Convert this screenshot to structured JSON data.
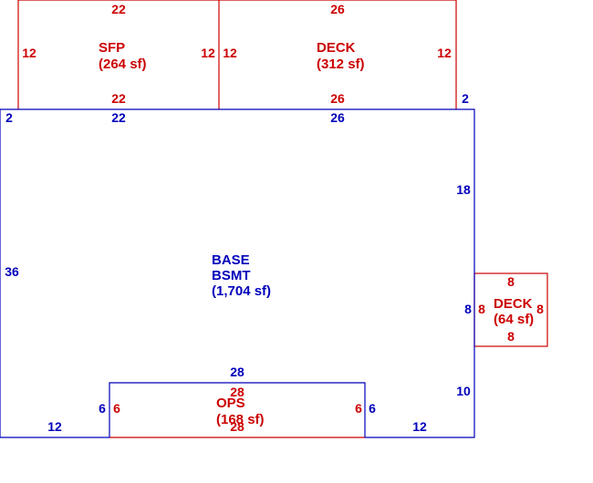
{
  "colors": {
    "base": "#0000bb",
    "addition": "#cc0000",
    "background": "#ffffff"
  },
  "areas": {
    "sfp": {
      "line1": "SFP",
      "line2": "(264 sf)"
    },
    "deck_top": {
      "line1": "DECK",
      "line2": "(312 sf)"
    },
    "base": {
      "line1": "BASE",
      "line2": "BSMT",
      "line3": "(1,704 sf)"
    },
    "deck_right": {
      "line1": "DECK",
      "line2": "(64 sf)"
    },
    "ops": {
      "line1": "OPS",
      "line2": "(168 sf)"
    }
  },
  "dimensions": {
    "sfp_top": "22",
    "sfp_left": "12",
    "sfp_right": "12",
    "sfp_bottom": "22",
    "deck_top_top": "26",
    "deck_top_left": "12",
    "deck_top_right": "12",
    "deck_top_bottom": "26",
    "base_top_left_seg": "22",
    "base_top_right_seg": "26",
    "base_left_notch": "2",
    "base_right_notch": "2",
    "base_left": "36",
    "base_right_upper": "18",
    "base_right_mid": "8",
    "base_right_lower": "10",
    "base_bottom_left": "12",
    "base_bottom_right": "12",
    "base_ops_top": "28",
    "base_ops_left": "6",
    "base_ops_right": "6",
    "deck_right_top": "8",
    "deck_right_left": "8",
    "deck_right_right": "8",
    "deck_right_bottom": "8",
    "ops_top": "28",
    "ops_left": "6",
    "ops_right": "6",
    "ops_bottom": "28"
  }
}
